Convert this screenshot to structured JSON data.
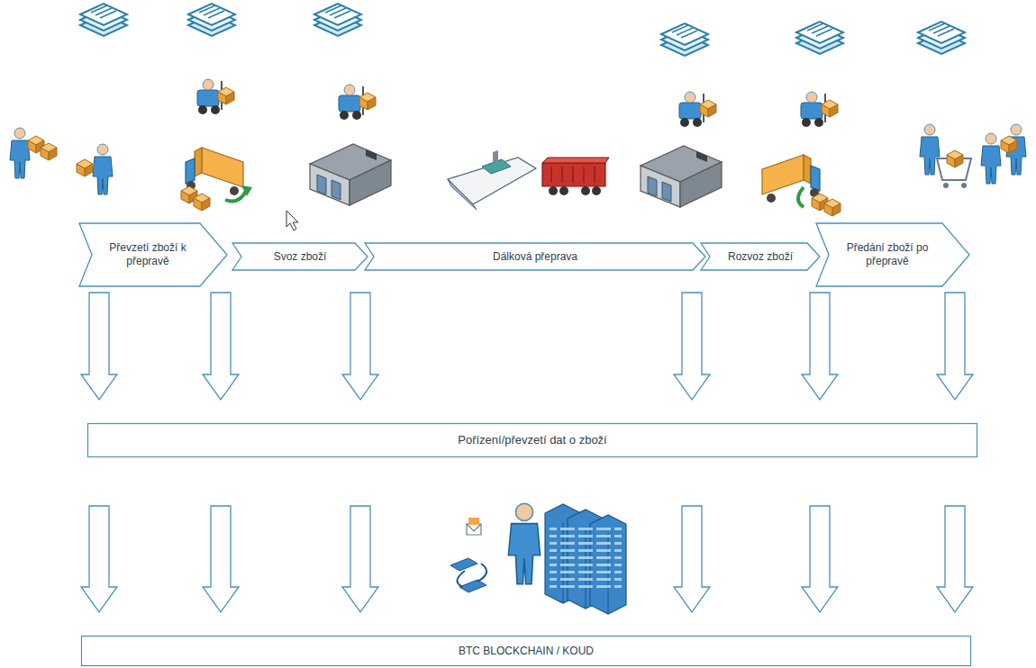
{
  "diagram": {
    "nodes": [
      {
        "text": [
          "Převzetí zboží k přepravě"
        ]
      },
      {
        "text": [
          "Svoz zboží"
        ]
      },
      {
        "text": [
          "Dálková přeprava"
        ]
      },
      {
        "text": [
          "Rozvoz zboží"
        ]
      },
      {
        "text": [
          "Předání zboží po přepravě"
        ]
      },
      {
        "text": [
          "Pořízení/převzetí dat o zboží"
        ]
      },
      {
        "text": [
          "BTC BLOCKCHAIN / KOUD"
        ]
      }
    ],
    "edges": [
      {
        "from": 0,
        "to": 5,
        "arrow": "to"
      },
      {
        "from": 0,
        "to": 5,
        "arrow": "to"
      },
      {
        "from": 1,
        "to": 5,
        "arrow": "to"
      },
      {
        "from": 2,
        "to": 5,
        "arrow": "to"
      },
      {
        "from": 3,
        "to": 5,
        "arrow": "to"
      },
      {
        "from": 4,
        "to": 5,
        "arrow": "to"
      },
      {
        "from": 5,
        "to": 6,
        "arrow": "to"
      },
      {
        "from": 5,
        "to": 6,
        "arrow": "to"
      },
      {
        "from": 5,
        "to": 6,
        "arrow": "to"
      },
      {
        "from": 5,
        "to": 6,
        "arrow": "to"
      },
      {
        "from": 5,
        "to": 6,
        "arrow": "to"
      },
      {
        "from": 5,
        "to": 6,
        "arrow": "to"
      }
    ]
  }
}
